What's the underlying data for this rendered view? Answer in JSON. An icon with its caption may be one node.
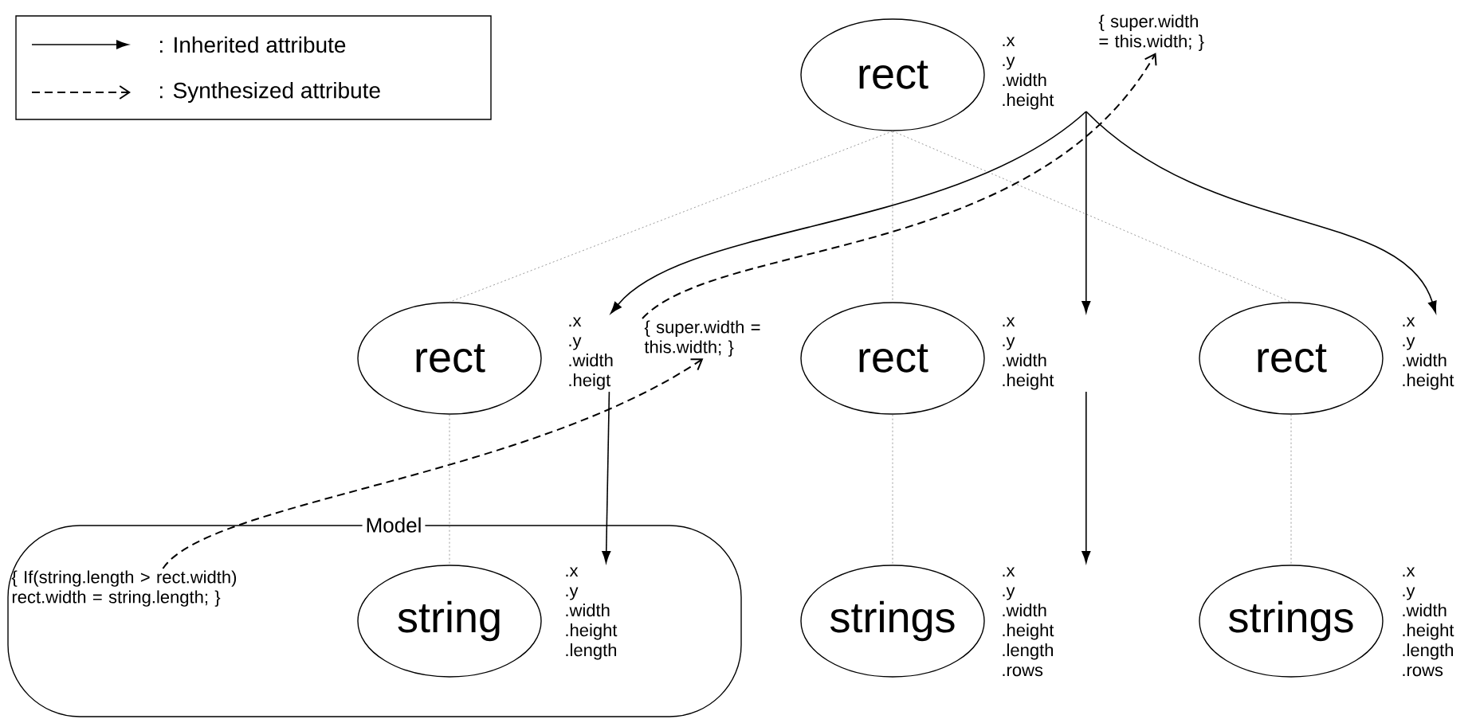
{
  "diagram": {
    "nodes": [
      {
        "text": [
          "rect"
        ]
      },
      {
        "text": [
          ".x .y .width .height"
        ]
      },
      {
        "text": [
          "{ super.width = this.width; }"
        ]
      },
      {
        "text": [
          "rect"
        ]
      },
      {
        "text": [
          ".x .y .width .heigt"
        ]
      },
      {
        "text": [
          "{ super.width = this.width; }"
        ]
      },
      {
        "text": [
          "rect"
        ]
      },
      {
        "text": [
          ".x .y .width .height"
        ]
      },
      {
        "text": [
          "rect"
        ]
      },
      {
        "text": [
          ".x .y .width .height"
        ]
      },
      {
        "text": [
          "Model"
        ]
      },
      {
        "text": [
          "{ If(string.length > rect.width) rect.width = string.length; }"
        ],
        "in": 10
      },
      {
        "text": [
          "string"
        ],
        "in": 10
      },
      {
        "text": [
          ".x .y .width .height .length"
        ],
        "in": 10
      },
      {
        "text": [
          "strings"
        ]
      },
      {
        "text": [
          ".x .y .width .height .length .rows"
        ]
      },
      {
        "text": [
          "strings"
        ]
      },
      {
        "text": [
          ".x .y .width .height .length .rows"
        ]
      }
    ],
    "edges": [
      {
        "from": 0,
        "to": 3,
        "arrow": "none",
        "style": "dashed",
        "color": "#808080"
      },
      {
        "from": 0,
        "to": 6,
        "arrow": "none",
        "style": "dashed",
        "color": "#808080"
      },
      {
        "from": 0,
        "to": 8,
        "arrow": "none",
        "style": "dashed",
        "color": "#808080"
      },
      {
        "from": 3,
        "to": 12,
        "arrow": "none",
        "style": "dashed",
        "color": "#808080"
      },
      {
        "from": 6,
        "to": 14,
        "arrow": "none",
        "style": "dashed",
        "color": "#808080"
      },
      {
        "from": 8,
        "to": 16,
        "arrow": "none",
        "style": "dashed",
        "color": "#808080"
      },
      {
        "from": 1,
        "to": 4,
        "arrow": "to"
      },
      {
        "from": 1,
        "to": 7,
        "arrow": "to"
      },
      {
        "from": 1,
        "to": 9,
        "arrow": "to"
      },
      {
        "from": 4,
        "to": 13,
        "arrow": "to"
      },
      {
        "from": 7,
        "to": 15,
        "arrow": "to"
      },
      {
        "from": 5,
        "to": 2,
        "arrow": "to",
        "style": "dashed"
      },
      {
        "from": 11,
        "to": 5,
        "arrow": "to",
        "style": "dashed"
      }
    ],
    "legend": [
      {
        "text": ": Inherited attribute"
      },
      {
        "text": ": Synthesized attribute"
      }
    ]
  }
}
